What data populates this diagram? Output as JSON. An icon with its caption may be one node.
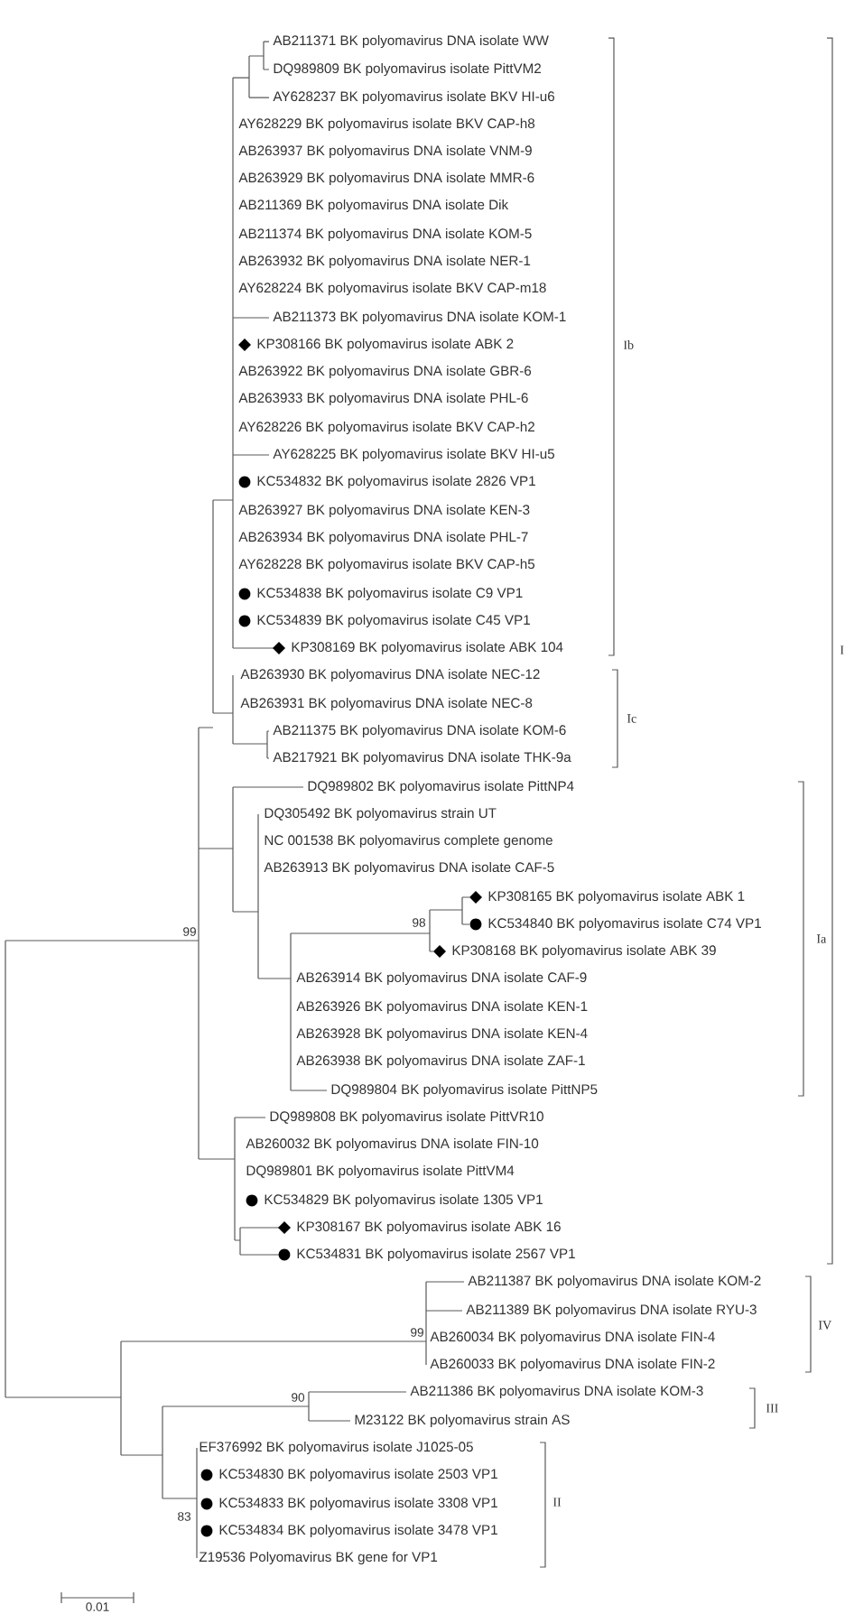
{
  "diagram": {
    "labels": [
      "AB211371 BK polyomavirus DNA isolate WW",
      "DQ989809 BK polyomavirus isolate PittVM2",
      "AY628237 BK polyomavirus isolate BKV HI-u6",
      "AY628229 BK polyomavirus isolate BKV CAP-h8",
      "AB263937 BK polyomavirus DNA isolate VNM-9",
      "AB263929 BK polyomavirus DNA isolate MMR-6",
      "AB211369 BK polyomavirus DNA isolate Dik",
      "AB211374 BK polyomavirus DNA isolate KOM-5",
      "AB263932 BK polyomavirus DNA isolate NER-1",
      "AY628224 BK polyomavirus isolate BKV CAP-m18",
      "AB211373 BK polyomavirus DNA isolate KOM-1",
      "KP308166 BK polyomavirus isolate ABK 2",
      "Ib",
      "AB263922 BK polyomavirus DNA isolate GBR-6",
      "AB263933 BK polyomavirus DNA isolate PHL-6",
      "AY628226 BK polyomavirus isolate BKV CAP-h2",
      "AY628225 BK polyomavirus isolate BKV HI-u5",
      "KC534832 BK polyomavirus isolate 2826 VP1",
      "AB263927 BK polyomavirus DNA isolate KEN-3",
      "AB263934 BK polyomavirus DNA isolate PHL-7",
      "AY628228 BK polyomavirus isolate BKV CAP-h5",
      "KC534838 BK polyomavirus isolate C9 VP1",
      "KC534839 BK polyomavirus isolate C45 VP1",
      "KP308169 BK polyomavirus isolate ABK 104",
      "I",
      "AB263930 BK polyomavirus DNA isolate NEC-12",
      "AB263931 BK polyomavirus DNA isolate NEC-8",
      "Ic",
      "AB211375 BK polyomavirus DNA isolate KOM-6",
      "AB217921 BK polyomavirus DNA isolate THK-9a",
      "DQ989802 BK polyomavirus isolate PittNP4",
      "DQ305492 BK polyomavirus strain UT",
      "NC 001538 BK polyomavirus complete genome",
      "AB263913 BK polyomavirus DNA isolate CAF-5",
      "KP308165 BK polyomavirus isolate ABK 1",
      "98",
      "KC534840 BK polyomavirus isolate C74 VP1",
      "99",
      "Ia",
      "KP308168 BK polyomavirus isolate ABK 39",
      "AB263914 BK polyomavirus DNA isolate CAF-9",
      "AB263926 BK polyomavirus DNA isolate KEN-1",
      "AB263928 BK polyomavirus DNA isolate KEN-4",
      "AB263938 BK polyomavirus DNA isolate ZAF-1",
      "DQ989804 BK polyomavirus isolate PittNP5",
      "DQ989808 BK polyomavirus isolate PittVR10",
      "AB260032 BK polyomavirus DNA isolate FIN-10",
      "DQ989801 BK polyomavirus isolate PittVM4",
      "KC534829 BK polyomavirus isolate 1305 VP1",
      "KP308167 BK polyomavirus isolate ABK 16",
      "KC534831 BK polyomavirus isolate 2567 VP1",
      "AB211387 BK polyomavirus DNA isolate KOM-2",
      "AB211389 BK polyomavirus DNA isolate RYU-3",
      "IV",
      "99",
      "AB260034 BK polyomavirus DNA isolate FIN-4",
      "AB260033 BK polyomavirus DNA isolate FIN-2",
      "AB211386 BK polyomavirus DNA isolate KOM-3",
      "90",
      "III",
      "M23122 BK polyomavirus strain AS",
      "EF376992 BK polyomavirus isolate J1025-05",
      "KC534830 BK polyomavirus isolate 2503 VP1",
      "II",
      "KC534833 BK polyomavirus isolate 3308 VP1",
      "83",
      "KC534834 BK polyomavirus isolate 3478 VP1",
      "Z19536 Polyomavirus BK gene for VP1",
      "0.01"
    ]
  }
}
